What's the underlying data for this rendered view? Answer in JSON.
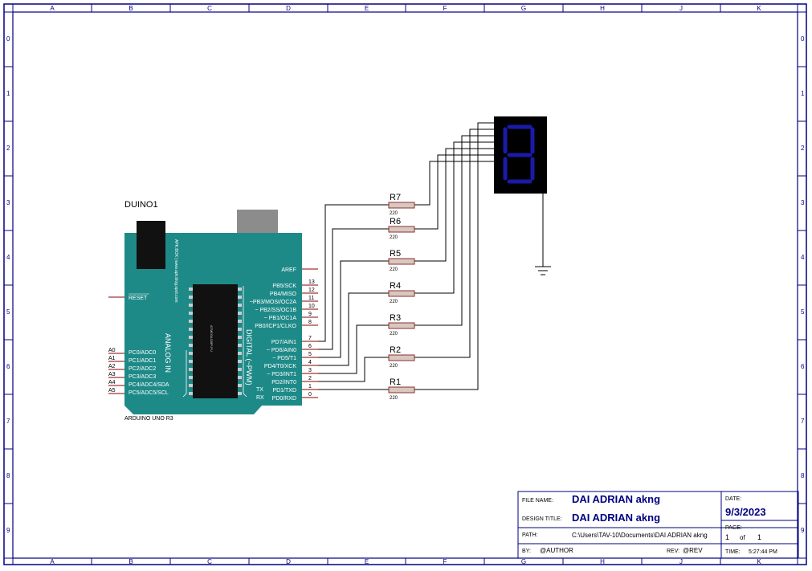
{
  "frame": {
    "columns": [
      "A",
      "B",
      "C",
      "D",
      "E",
      "F",
      "G",
      "H",
      "J",
      "K"
    ],
    "rows": [
      "0",
      "1",
      "2",
      "3",
      "4",
      "5",
      "6",
      "7",
      "8",
      "9"
    ]
  },
  "arduino": {
    "ref": "DUINO1",
    "model_label": "ARDUINO UNO R3",
    "reset_label": "RESET",
    "aref_label": "AREF",
    "analog_label": "ANALOG IN",
    "digital_label": "DIGITAL (~PWM)",
    "brand_text": "APK.BOX | www.apk.blog.spot.com",
    "chip_label": "ATMEGA328P-PU",
    "tx_label": "TX",
    "rx_label": "RX",
    "analog_pins": [
      {
        "net": "A0",
        "name": "PC0/ADC0"
      },
      {
        "net": "A1",
        "name": "PC1/ADC1"
      },
      {
        "net": "A2",
        "name": "PC2/ADC2"
      },
      {
        "net": "A3",
        "name": "PC3/ADC3"
      },
      {
        "net": "A4",
        "name": "PC4/ADC4/SDA"
      },
      {
        "net": "A5",
        "name": "PC5/ADC5/SCL"
      }
    ],
    "digital_pins_high": [
      {
        "num": "13",
        "name": "PB5/SCK"
      },
      {
        "num": "12",
        "name": "PB4/MISO"
      },
      {
        "num": "11",
        "name": "~PB3/MOSI/OC2A"
      },
      {
        "num": "10",
        "name": "~ PB2/SS/OC1B"
      },
      {
        "num": "9",
        "name": "~ PB1/OC1A"
      },
      {
        "num": "8",
        "name": "PB0/ICP1/CLKO"
      }
    ],
    "digital_pins_low": [
      {
        "num": "7",
        "name": "PD7/AIN1"
      },
      {
        "num": "6",
        "name": "~ PD6/AIN0"
      },
      {
        "num": "5",
        "name": "~ PD5/T1"
      },
      {
        "num": "4",
        "name": "PD4/T0/XCK"
      },
      {
        "num": "3",
        "name": "~ PD3/INT1"
      },
      {
        "num": "2",
        "name": "PD2/INT0"
      },
      {
        "num": "1",
        "name": "PD1/TXD"
      },
      {
        "num": "0",
        "name": "PD0/RXD"
      }
    ]
  },
  "resistors": [
    {
      "ref": "R7",
      "value": "220"
    },
    {
      "ref": "R6",
      "value": "220"
    },
    {
      "ref": "R5",
      "value": "220"
    },
    {
      "ref": "R4",
      "value": "220"
    },
    {
      "ref": "R3",
      "value": "220"
    },
    {
      "ref": "R2",
      "value": "220"
    },
    {
      "ref": "R1",
      "value": "220"
    }
  ],
  "display": {
    "digit": "8",
    "segment_color": "#1a1aaa",
    "body_color": "#000000"
  },
  "title_block": {
    "file_name_label": "FILE NAME:",
    "file_name": "DAI ADRIAN akng",
    "design_title_label": "DESIGN TITLE:",
    "design_title": "DAI ADRIAN akng",
    "path_label": "PATH:",
    "path": "C:\\Users\\TAV-10\\Documents\\DAI ADRIAN akng",
    "by_label": "BY:",
    "author": "@AUTHOR",
    "rev_label": "REV:",
    "rev": "@REV",
    "date_label": "DATE:",
    "date": "9/3/2023",
    "page_label": "PAGE:",
    "page_num": "1",
    "page_of": "of",
    "page_total": "1",
    "time_label": "TIME:",
    "time": "5:27:44 PM"
  },
  "colors": {
    "frame": "#000080",
    "board": "#1e8a88",
    "wire": "#000000",
    "resistor_fill": "#d8c8c0",
    "resistor_stroke": "#8a3030",
    "pin_line": "#8a0000"
  }
}
